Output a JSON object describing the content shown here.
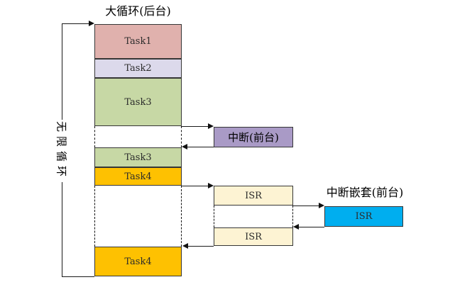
{
  "figure": {
    "title": "大循环(后台)",
    "side_label": "无限循环",
    "background": {
      "segments": [
        {
          "label": "Task1"
        },
        {
          "label": "Task2"
        },
        {
          "label": "Task3"
        },
        {
          "label": "Task3"
        },
        {
          "label": "Task4"
        },
        {
          "label": "Task4"
        }
      ]
    },
    "foreground": {
      "interrupt_label": "中断(前台)",
      "isr_top_label": "ISR",
      "isr_bottom_label": "ISR",
      "nested_title": "中断嵌套(前台)",
      "nested_isr_label": "ISR"
    },
    "colors": {
      "task1": "#e0b1ad",
      "task2": "#dcd9eb",
      "task3": "#c7d8a5",
      "task4": "#fec101",
      "interrupt": "#a99ac6",
      "isr": "#fdf3d3",
      "nested_isr": "#00aeef"
    }
  }
}
